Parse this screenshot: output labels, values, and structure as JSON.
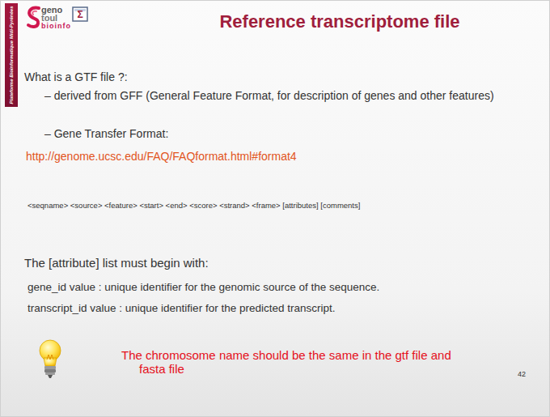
{
  "diagram": {
    "title": "Reference transcriptome file",
    "labels": [
      "Plateforme Bioinformatique Midi-Pyrénées",
      "geno",
      "toul",
      "bioinfo",
      "Σ",
      "What is a GTF file ?:",
      "– derived from GFF (General Feature Format, for description of genes and other features)",
      "– Gene Transfer Format:",
      "http://genome.ucsc.edu/FAQ/FAQformat.html#format4",
      "<seqname> <source> <feature> <start> <end> <score> <strand> <frame> [attributes] [comments]",
      "The [attribute] list must begin with:",
      "gene_id value : unique identifier for the genomic source of the sequence.",
      "transcript_id value : unique identifier for the predicted transcript.",
      "The chromosome name should be the same in the gtf file and fasta file",
      "42"
    ]
  }
}
